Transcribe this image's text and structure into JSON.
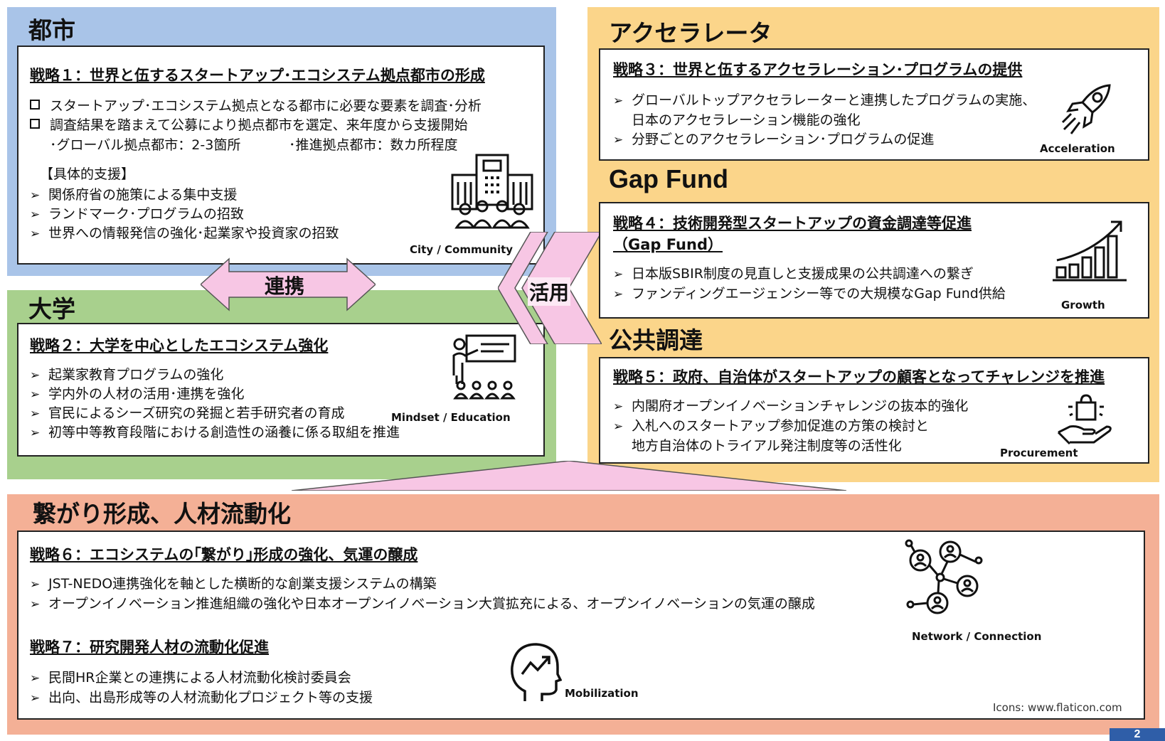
{
  "toshi": {
    "title": "都市",
    "heading": "戦略１：世界と伍するスタートアップ･エコシステム拠点都市の形成",
    "bullets": [
      "スタートアップ･エコシステム拠点となる都市に必要な要素を調査･分析",
      "調査結果を踏まえて公募により拠点都市を選定、来年度から支援開始"
    ],
    "sub_a": "･グローバル拠点都市：2-3箇所",
    "sub_b": "･推進拠点都市：数カ所程度",
    "support_label": "【具体的支援】",
    "support_items": [
      "関係府省の施策による集中支援",
      "ランドマーク･プログラムの招致",
      "世界への情報発信の強化･起業家や投資家の招致"
    ],
    "icon_caption": "City / Community"
  },
  "renkei_label": "連携",
  "katsuyo_label": "活用",
  "daigaku": {
    "title": "大学",
    "heading": "戦略２：大学を中心としたエコシステム強化",
    "items": [
      "起業家教育プログラムの強化",
      "学内外の人材の活用･連携を強化",
      "官民によるシーズ研究の発掘と若手研究者の育成",
      "初等中等教育段階における創造性の涵養に係る取組を推進"
    ],
    "icon_caption": "Mindset / Education"
  },
  "accel": {
    "title": "アクセラレータ",
    "heading": "戦略３：世界と伍するアクセラレーション･プログラムの提供",
    "items": [
      "グローバルトップアクセラレーターと連携したプログラムの実施、",
      "分野ごとのアクセラレーション･プログラムの促進"
    ],
    "item1_cont": "日本のアクセラレーション機能の強化",
    "icon_caption": "Acceleration"
  },
  "gapfund": {
    "title": "Gap Fund",
    "heading": "戦略４：技術開発型スタートアップの資金調達等促進",
    "heading2": "（Gap Fund）",
    "items": [
      "日本版SBIR制度の見直しと支援成果の公共調達への繋ぎ",
      "ファンディングエージェンシー等での大規模なGap Fund供給"
    ],
    "icon_caption": "Growth"
  },
  "kokyo": {
    "title": "公共調達",
    "heading": "戦略５：政府、自治体がスタートアップの顧客となってチャレンジを推進",
    "items": [
      "内閣府オープンイノベーションチャレンジの抜本的強化",
      "入札へのスタートアップ参加促進の方策の検討と"
    ],
    "item2_cont": "地方自治体のトライアル発注制度等の活性化",
    "icon_caption": "Procurement"
  },
  "tsunagari": {
    "title": "繋がり形成、人材流動化",
    "heading6": "戦略６：エコシステムの｢繋がり｣形成の強化、気運の醸成",
    "items6": [
      "JST-NEDO連携強化を軸とした横断的な創業支援システムの構築",
      "オープンイノベーション推進組織の強化や日本オープンイノベーション大賞拡充による、オープンイノベーションの気運の醸成"
    ],
    "heading7": "戦略７：研究開発人材の流動化促進",
    "items7": [
      "民間HR企業との連携による人材流動化検討委員会",
      "出向、出島形成等の人材流動化プロジェクト等の支援"
    ],
    "network_caption": "Network /  Connection",
    "mobility_caption": "Mobilization",
    "credit": "Icons:  www.flaticon.com"
  },
  "page_number": "2",
  "colors": {
    "toshi_bg": "#a9c4e8",
    "daigaku_bg": "#a8d08d",
    "right_bg": "#fbd58a",
    "bottom_bg": "#f4b096",
    "arrow_pink": "#f7c6e4"
  }
}
